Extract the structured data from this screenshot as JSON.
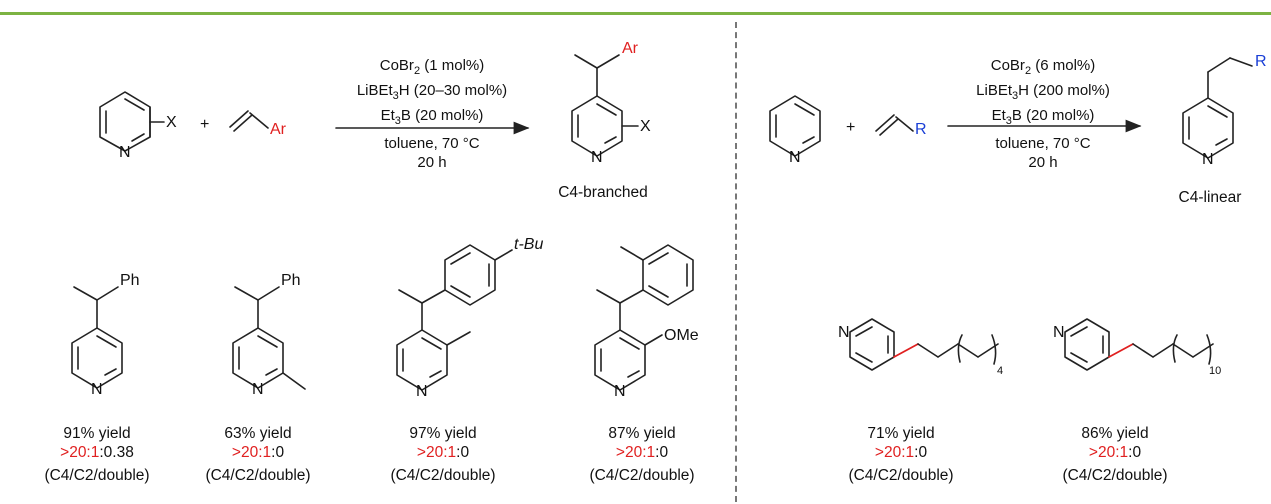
{
  "left_scheme": {
    "substrate_label": "X",
    "plus": "+",
    "alkene_label": "Ar",
    "conditions": [
      "CoBr2 (1 mol%)",
      "LiBEt3H (20–30 mol%)",
      "Et3B (20 mol%)"
    ],
    "conditions_below": [
      "toluene, 70 °C",
      "20 h"
    ],
    "product_label": "C4-branched",
    "product_sub_x": "X",
    "product_sub_ar": "Ar"
  },
  "right_scheme": {
    "plus": "+",
    "alkene_label": "R",
    "conditions": [
      "CoBr2 (6 mol%)",
      "LiBEt3H (200 mol%)",
      "Et3B (20 mol%)"
    ],
    "conditions_below": [
      "toluene, 70 °C",
      "20 h"
    ],
    "product_label": "C4-linear",
    "product_sub_r": "R"
  },
  "examples": [
    {
      "id": "ex1",
      "subs": [
        "Ph"
      ],
      "yield": "91% yield",
      "ratio_red": ">20:1",
      "ratio_rest": ":0.38",
      "ratio_label": "(C4/C2/double)"
    },
    {
      "id": "ex2",
      "subs": [
        "Ph"
      ],
      "yield": "63% yield",
      "ratio_red": ">20:1",
      "ratio_rest": ":0",
      "ratio_label": "(C4/C2/double)"
    },
    {
      "id": "ex3",
      "subs": [
        "t-Bu"
      ],
      "yield": "97% yield",
      "ratio_red": ">20:1",
      "ratio_rest": ":0",
      "ratio_label": "(C4/C2/double)"
    },
    {
      "id": "ex4",
      "subs": [
        "OMe"
      ],
      "yield": "87% yield",
      "ratio_red": ">20:1",
      "ratio_rest": ":0",
      "ratio_label": "(C4/C2/double)"
    },
    {
      "id": "ex5",
      "subs": [
        "4"
      ],
      "yield": "71% yield",
      "ratio_red": ">20:1",
      "ratio_rest": ":0",
      "ratio_label": "(C4/C2/double)"
    },
    {
      "id": "ex6",
      "subs": [
        "10"
      ],
      "yield": "86% yield",
      "ratio_red": ">20:1",
      "ratio_rest": ":0",
      "ratio_label": "(C4/C2/double)"
    }
  ],
  "atom_labels": {
    "N": "N"
  },
  "colors": {
    "accent_line": "#7cb342",
    "highlight_red": "#e02020",
    "highlight_blue": "#1a3fd6"
  }
}
